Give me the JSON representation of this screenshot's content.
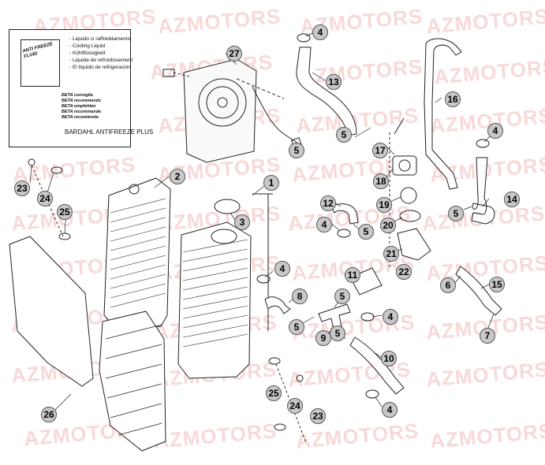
{
  "legend": {
    "can_label": "ANTI FREEZE FLUID",
    "coolant_lines": [
      "- Liquido ci raffreddamento",
      "- Cooling Liquid",
      "- Kühlflüssigkeit",
      "- Liquide de refroidissement",
      "- El líquido de refrigeración"
    ],
    "beta_lines": [
      "BETA consiglia",
      "BETA recommends",
      "BETA empfehlen",
      "BETA recommande",
      "BETA recomienda"
    ],
    "brand": "BARDAHL ANTIFREEZE PLUS"
  },
  "watermark": "AZMOTORS",
  "callouts": {
    "c1": "1",
    "c2": "2",
    "c3": "3",
    "c4a": "4",
    "c4b": "4",
    "c4c": "4",
    "c4d": "4",
    "c4e": "4",
    "c4f": "4",
    "c5a": "5",
    "c5b": "5",
    "c5c": "5",
    "c5d": "5",
    "c5e": "5",
    "c5f": "5",
    "c5g": "5",
    "c6": "6",
    "c7": "7",
    "c8": "8",
    "c9": "9",
    "c10": "10",
    "c11": "11",
    "c12": "12",
    "c13": "13",
    "c14": "14",
    "c15": "15",
    "c16": "16",
    "c17": "17",
    "c18": "18",
    "c19": "19",
    "c20": "20",
    "c21": "21",
    "c22": "22",
    "c23a": "23",
    "c23b": "23",
    "c24a": "24",
    "c24b": "24",
    "c25a": "25",
    "c25b": "25",
    "c26": "26",
    "c27": "27"
  }
}
